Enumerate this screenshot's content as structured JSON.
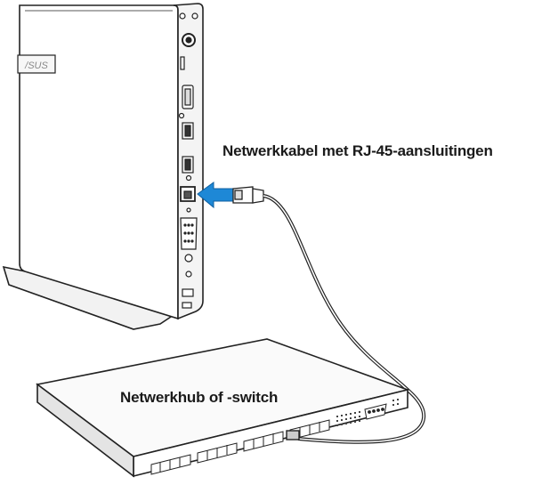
{
  "labels": {
    "cable": "Netwerkkabel met RJ-45-aansluitingen",
    "hub": "Netwerkhub of -switch"
  },
  "device": {
    "brand": "/SUS"
  },
  "colors": {
    "outline": "#222222",
    "body": "#ffffff",
    "shade": "#d9d9d9",
    "arrow": "#1e88d6"
  }
}
